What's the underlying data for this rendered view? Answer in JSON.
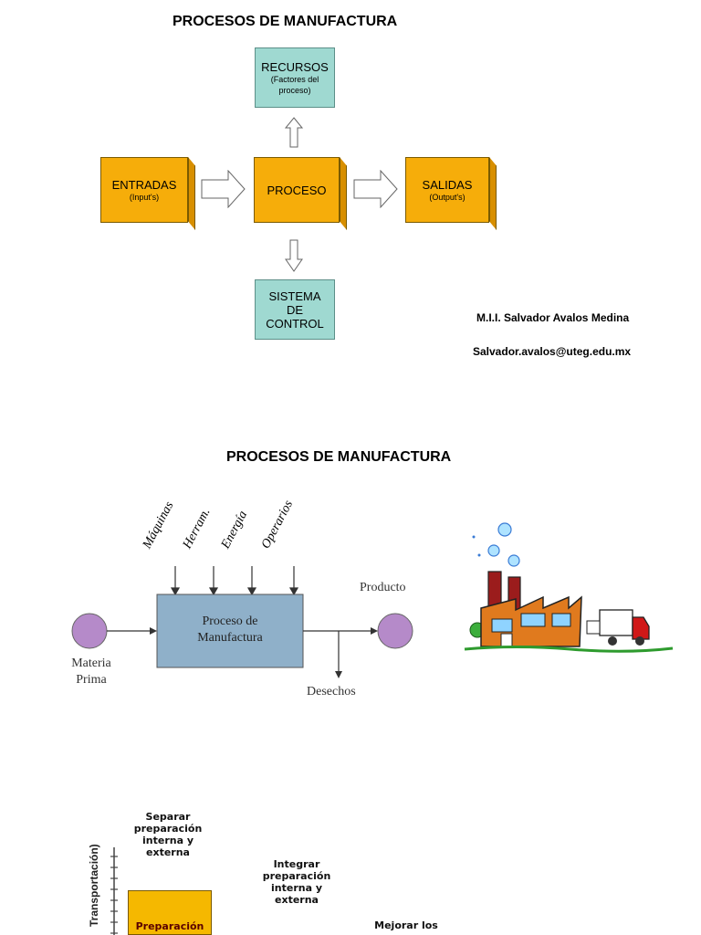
{
  "page1": {
    "title": "PROCESOS DE MANUFACTURA",
    "recursos": {
      "label": "RECURSOS",
      "sub1": "(Factores del",
      "sub2": "proceso)"
    },
    "entradas": {
      "label": "ENTRADAS",
      "sub": "(Input's)"
    },
    "proceso": {
      "label": "PROCESO"
    },
    "salidas": {
      "label": "SALIDAS",
      "sub": "(Output's)"
    },
    "sistema": {
      "line1": "SISTEMA",
      "line2": "DE",
      "line3": "CONTROL"
    },
    "author": "M.I.I. Salvador Avalos Medina",
    "email": "Salvador.avalos@uteg.edu.mx"
  },
  "page2": {
    "title": "PROCESOS DE MANUFACTURA",
    "inputs": [
      "Máquinas",
      "Herram.",
      "Energía",
      "Operarios"
    ],
    "process_line1": "Proceso de",
    "process_line2": "Manufactura",
    "materia_line1": "Materia",
    "materia_line2": "Prima",
    "producto": "Producto",
    "desechos": "Desechos",
    "colors": {
      "circle": "#b58ac9",
      "process_box": "#8fb0c9"
    }
  },
  "page3": {
    "axis_label": "Transportación)",
    "separar": [
      "Separar",
      "preparación",
      "interna y",
      "externa"
    ],
    "integrar": [
      "Integrar",
      "preparación",
      "interna y",
      "externa"
    ],
    "mejorar": "Mejorar los",
    "preparacion": "Preparación"
  }
}
